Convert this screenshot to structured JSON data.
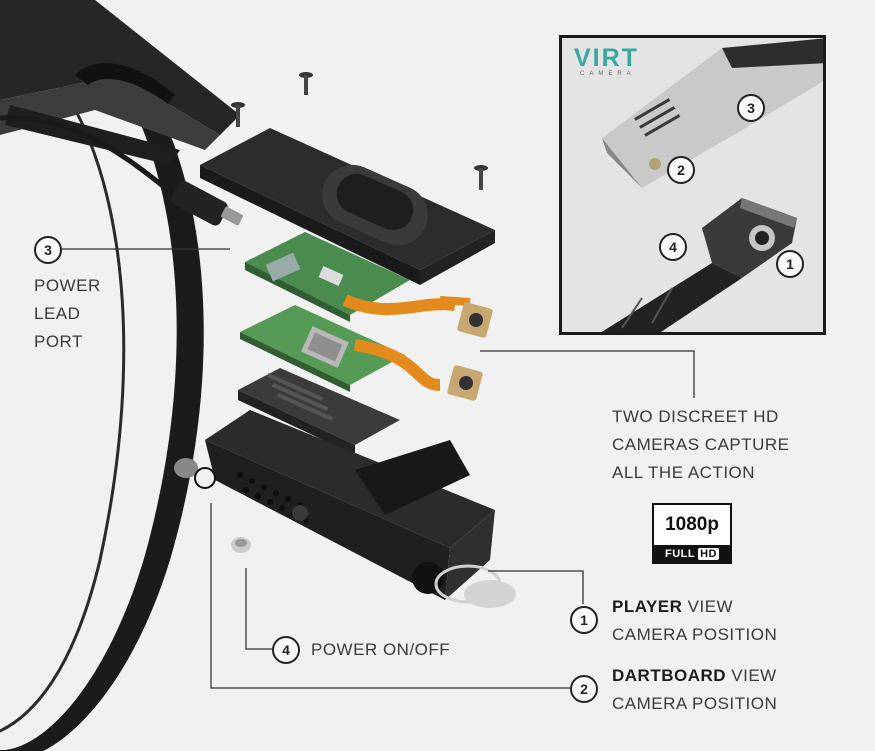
{
  "logo": {
    "text": "VIRT",
    "subtext": "CAMERA"
  },
  "inset": {
    "markers": [
      "3",
      "2",
      "4",
      "1"
    ]
  },
  "callouts": {
    "power_lead": {
      "number": "3",
      "lines": [
        "POWER",
        "LEAD",
        "PORT"
      ]
    },
    "cameras": {
      "lines": [
        "TWO DISCREET HD",
        "CAMERAS CAPTURE",
        "ALL THE ACTION"
      ]
    },
    "hd_badge": {
      "top": "1080p",
      "bottom_a": "FULL",
      "bottom_b": "HD"
    },
    "player": {
      "number": "1",
      "bold": "PLAYER",
      "rest": " VIEW",
      "line2": "CAMERA POSITION"
    },
    "power_on": {
      "number": "4",
      "text": "POWER ON/OFF"
    },
    "dartboard": {
      "number": "2",
      "bold": "DARTBOARD",
      "rest": " VIEW",
      "line2": "CAMERA POSITION"
    }
  },
  "colors": {
    "background": "#f1f1f1",
    "housing": "#2b2b2b",
    "pcb": "#4a8c4e",
    "flex_cable": "#e28a1c",
    "logo": "#3aa7a3"
  }
}
